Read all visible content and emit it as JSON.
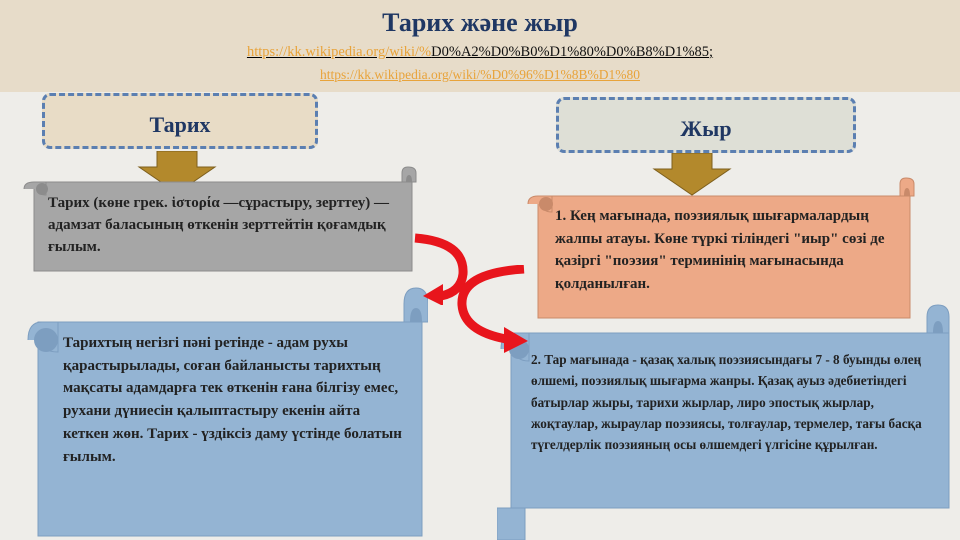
{
  "header": {
    "title": "Тарих және жыр",
    "link1_part_a": "https://kk.wikipedia.org/wiki/%",
    "link1_part_b": "D0%A2%D0%B0%D1%80%D0%B8%D1%85",
    "link1_suffix": ";",
    "link2": "https://kk.wikipedia.org/wiki/%D0%96%D1%8B%D1%80"
  },
  "tags": {
    "history": "Тарих",
    "poem": "Жыр"
  },
  "scrolls": {
    "history_definition": "Тарих (көне грек. ἱστορία —сұрастыру, зерттеу) — адамзат баласының өткенін зерттейтін қоғамдық ғылым.",
    "history_subject": "Тарихтың негізгі пәні ретінде - адам рухы қарастырылады, соған байланысты тарихтың мақсаты адамдарға тек өткенін ғана білгізу емес, рухани дүниесін қалыптастыру екенін айта кеткен жөн. Тарих - үздіксіз даму үстінде болатын ғылым.",
    "poem_broad": "1. Кең мағынада, поэзиялық шығармалардың жалпы атауы. Көне түркі тіліндегі \"иыр\" сөзі де қазіргі \"поэзия\" терминінің мағынасында қолданылған.",
    "poem_narrow": "2. Тар мағынада - қазақ халық поэзиясындағы 7 - 8 буынды өлең өлшемі, поэзиялық шығарма жанры. Қазақ ауыз әдебиетіндегі батырлар жыры, тарихи жырлар, лиро эпостық жырлар, жоқтаулар, жыраулар поэзиясы, толғаулар, термелер, тағы басқа түгелдерлік поэзияның осы өлшемдегі үлгісіне құрылған."
  },
  "colors": {
    "header_bg": "#e7dcc9",
    "title": "#1f3763",
    "link": "#e8a33a",
    "gray_scroll": "#a6a6a6",
    "salmon_scroll": "#eda987",
    "blue_scroll": "#94b4d3",
    "arrow": "#b3892c",
    "curved_arrow": "#e8151c"
  }
}
